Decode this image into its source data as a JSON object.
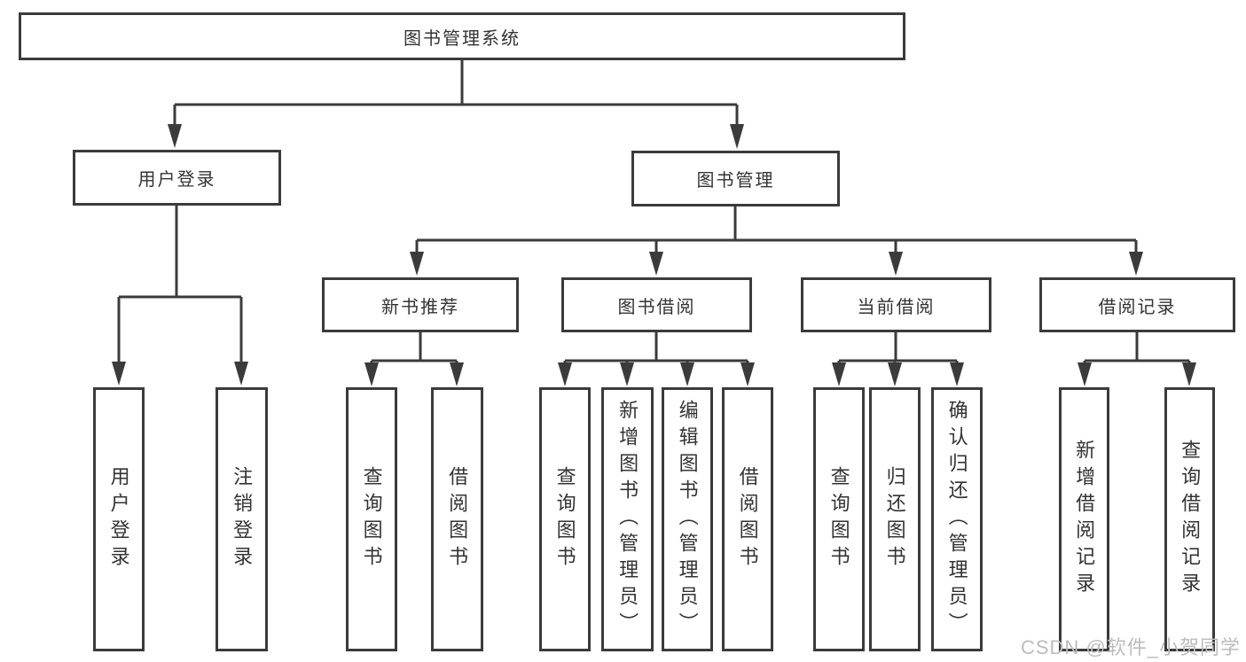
{
  "diagram": {
    "root": {
      "label": "图书管理系统"
    },
    "branches": [
      {
        "label": "用户登录",
        "children": [
          {
            "label": "用户登录"
          },
          {
            "label": "注销登录"
          }
        ]
      },
      {
        "label": "图书管理",
        "children": [
          {
            "label": "新书推荐",
            "children": [
              {
                "label": "查询图书"
              },
              {
                "label": "借阅图书"
              }
            ]
          },
          {
            "label": "图书借阅",
            "children": [
              {
                "label": "查询图书"
              },
              {
                "label": "新增图书（管理员）"
              },
              {
                "label": "编辑图书（管理员）"
              },
              {
                "label": "借阅图书"
              }
            ]
          },
          {
            "label": "当前借阅",
            "children": [
              {
                "label": "查询图书"
              },
              {
                "label": "归还图书"
              },
              {
                "label": "确认归还（管理员）"
              }
            ]
          },
          {
            "label": "借阅记录",
            "children": [
              {
                "label": "新增借阅记录"
              },
              {
                "label": "查询借阅记录"
              }
            ]
          }
        ]
      }
    ],
    "colors": {
      "line": "#3b3b3b",
      "text": "#333333",
      "background": "#ffffff",
      "watermark": "#bcbcbc"
    }
  },
  "watermark": {
    "text": "CSDN @软件_小贺同学"
  }
}
